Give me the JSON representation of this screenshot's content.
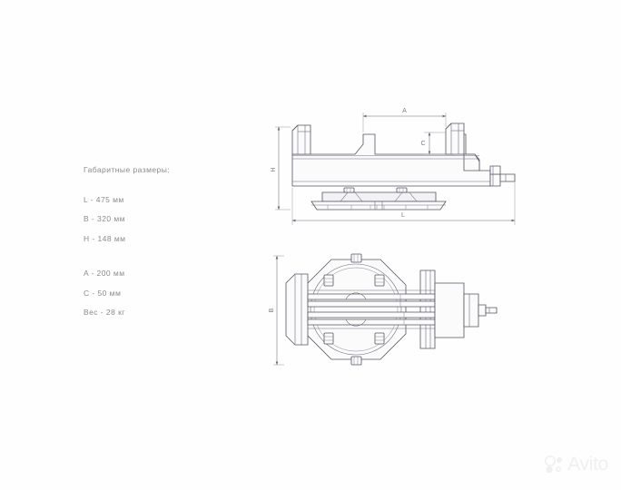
{
  "specs": {
    "title": "Габаритные размеры:",
    "group_one": [
      "L - 475 мм",
      "B - 320 мм",
      "H - 148 мм"
    ],
    "group_two": [
      "A - 200 мм",
      "C - 50 мм",
      "Вес - 28 кг"
    ]
  },
  "drawing": {
    "side_view": {
      "labels": {
        "jaw_opening": "A",
        "height": "H",
        "jaw_depth": "C",
        "length": "L"
      }
    },
    "plan_view": {
      "labels": {
        "width": "B"
      }
    },
    "line_color": "#5a5a66"
  },
  "watermark": {
    "brand": "Avito",
    "color": "#f0f0f0"
  }
}
